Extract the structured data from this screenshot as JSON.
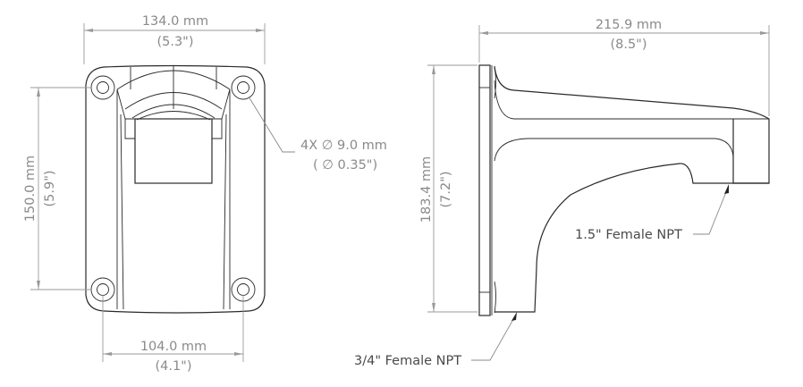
{
  "drawing": {
    "front_view": {
      "width_dimension": {
        "metric": "134.0 mm",
        "imperial": "(5.3\")"
      },
      "height_dimension": {
        "metric": "150.0 mm",
        "imperial": "(5.9\")"
      },
      "hole_spacing_dimension": {
        "metric": "104.0 mm",
        "imperial": "(4.1\")"
      },
      "hole_callout": {
        "metric": "4X ∅ 9.0 mm",
        "imperial": "( ∅ 0.35\")"
      }
    },
    "side_view": {
      "depth_dimension": {
        "metric": "215.9 mm",
        "imperial": "(8.5\")"
      },
      "height_dimension": {
        "metric": "183.4 mm",
        "imperial": "(7.2\")"
      },
      "callouts": {
        "pendant_thread": "1.5\" Female NPT",
        "cable_thread": "3/4\" Female NPT"
      }
    },
    "colors": {
      "outline": "#2a2a2a",
      "dimension": "#9a9a9a",
      "dimension_text": "#8a8a8a",
      "label_text": "#4a4a4a",
      "background": "#ffffff"
    }
  }
}
